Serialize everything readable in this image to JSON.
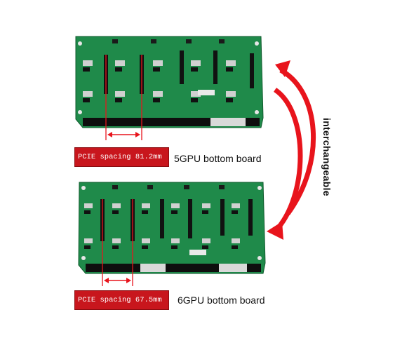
{
  "boards": [
    {
      "name": "5gpu",
      "spacing_label": "PCIE spacing  81.2mm",
      "caption": "5GPU bottom board"
    },
    {
      "name": "6gpu",
      "spacing_label": "PCIE spacing 67.5mm",
      "caption": "6GPU bottom board"
    }
  ],
  "side_label": "interchangeable",
  "colors": {
    "pcb": "#1f8a4a",
    "pcb_dark": "#156b37",
    "slot": "#111111",
    "accent_red": "#e8141c",
    "label_bg": "#c8161d"
  },
  "icons": [
    "double-curved-arrow-icon",
    "dimension-arrow-icon"
  ]
}
